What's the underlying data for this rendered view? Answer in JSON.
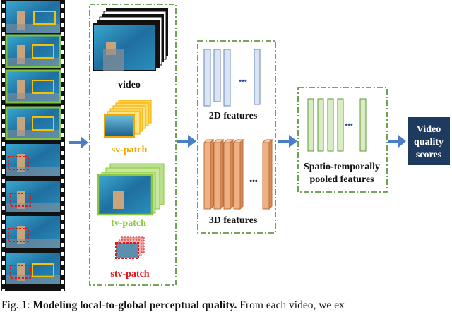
{
  "video_label": "video",
  "sv_patch_label": "sv-patch",
  "tv_patch_label": "tv-patch",
  "stv_patch_label": "stv-patch",
  "features_2d_label": "2D features",
  "features_3d_label": "3D features",
  "ellipsis": "•••",
  "pooled_label_line1": "Spatio-temporally",
  "pooled_label_line2": "pooled features",
  "output_line1": "Video",
  "output_line2": "quality",
  "output_line3": "scores",
  "caption_prefix": "Fig. 1:",
  "caption_bold": "Modeling local-to-global perceptual quality.",
  "caption_rest": "From each video, we ex",
  "colors": {
    "dashed_border": "#4a8a2a",
    "arrow": "#4a7fc8",
    "feature_2d": "#dbe4f3",
    "feature_2d_border": "#6a86b8",
    "feature_3d": "#f0b083",
    "feature_3d_border": "#b8723e",
    "pooled": "#d9ecc4",
    "pooled_border": "#5f9a3a",
    "output_box": "#1f3a5f",
    "sv_label": "#f0a800",
    "tv_label": "#8dc63f",
    "stv_label": "#e0191e",
    "water": "#2a7fb0"
  }
}
